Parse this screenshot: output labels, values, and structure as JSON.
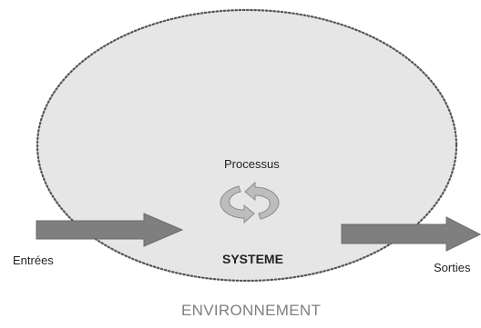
{
  "diagram": {
    "process_label": "Processus",
    "system_label": "SYSTEME",
    "input_label": "Entrées",
    "output_label": "Sorties",
    "environment_label": "ENVIRONNEMENT"
  },
  "colors": {
    "ellipse_fill": "#e6e6e6",
    "ellipse_border": "#555555",
    "arrow_fill": "#7f7f7f",
    "cycle_fill": "#bdbdbd",
    "environment_text": "#7f7f7f"
  },
  "icons": [
    "cycle-arrows-icon",
    "input-arrow-icon",
    "output-arrow-icon"
  ]
}
